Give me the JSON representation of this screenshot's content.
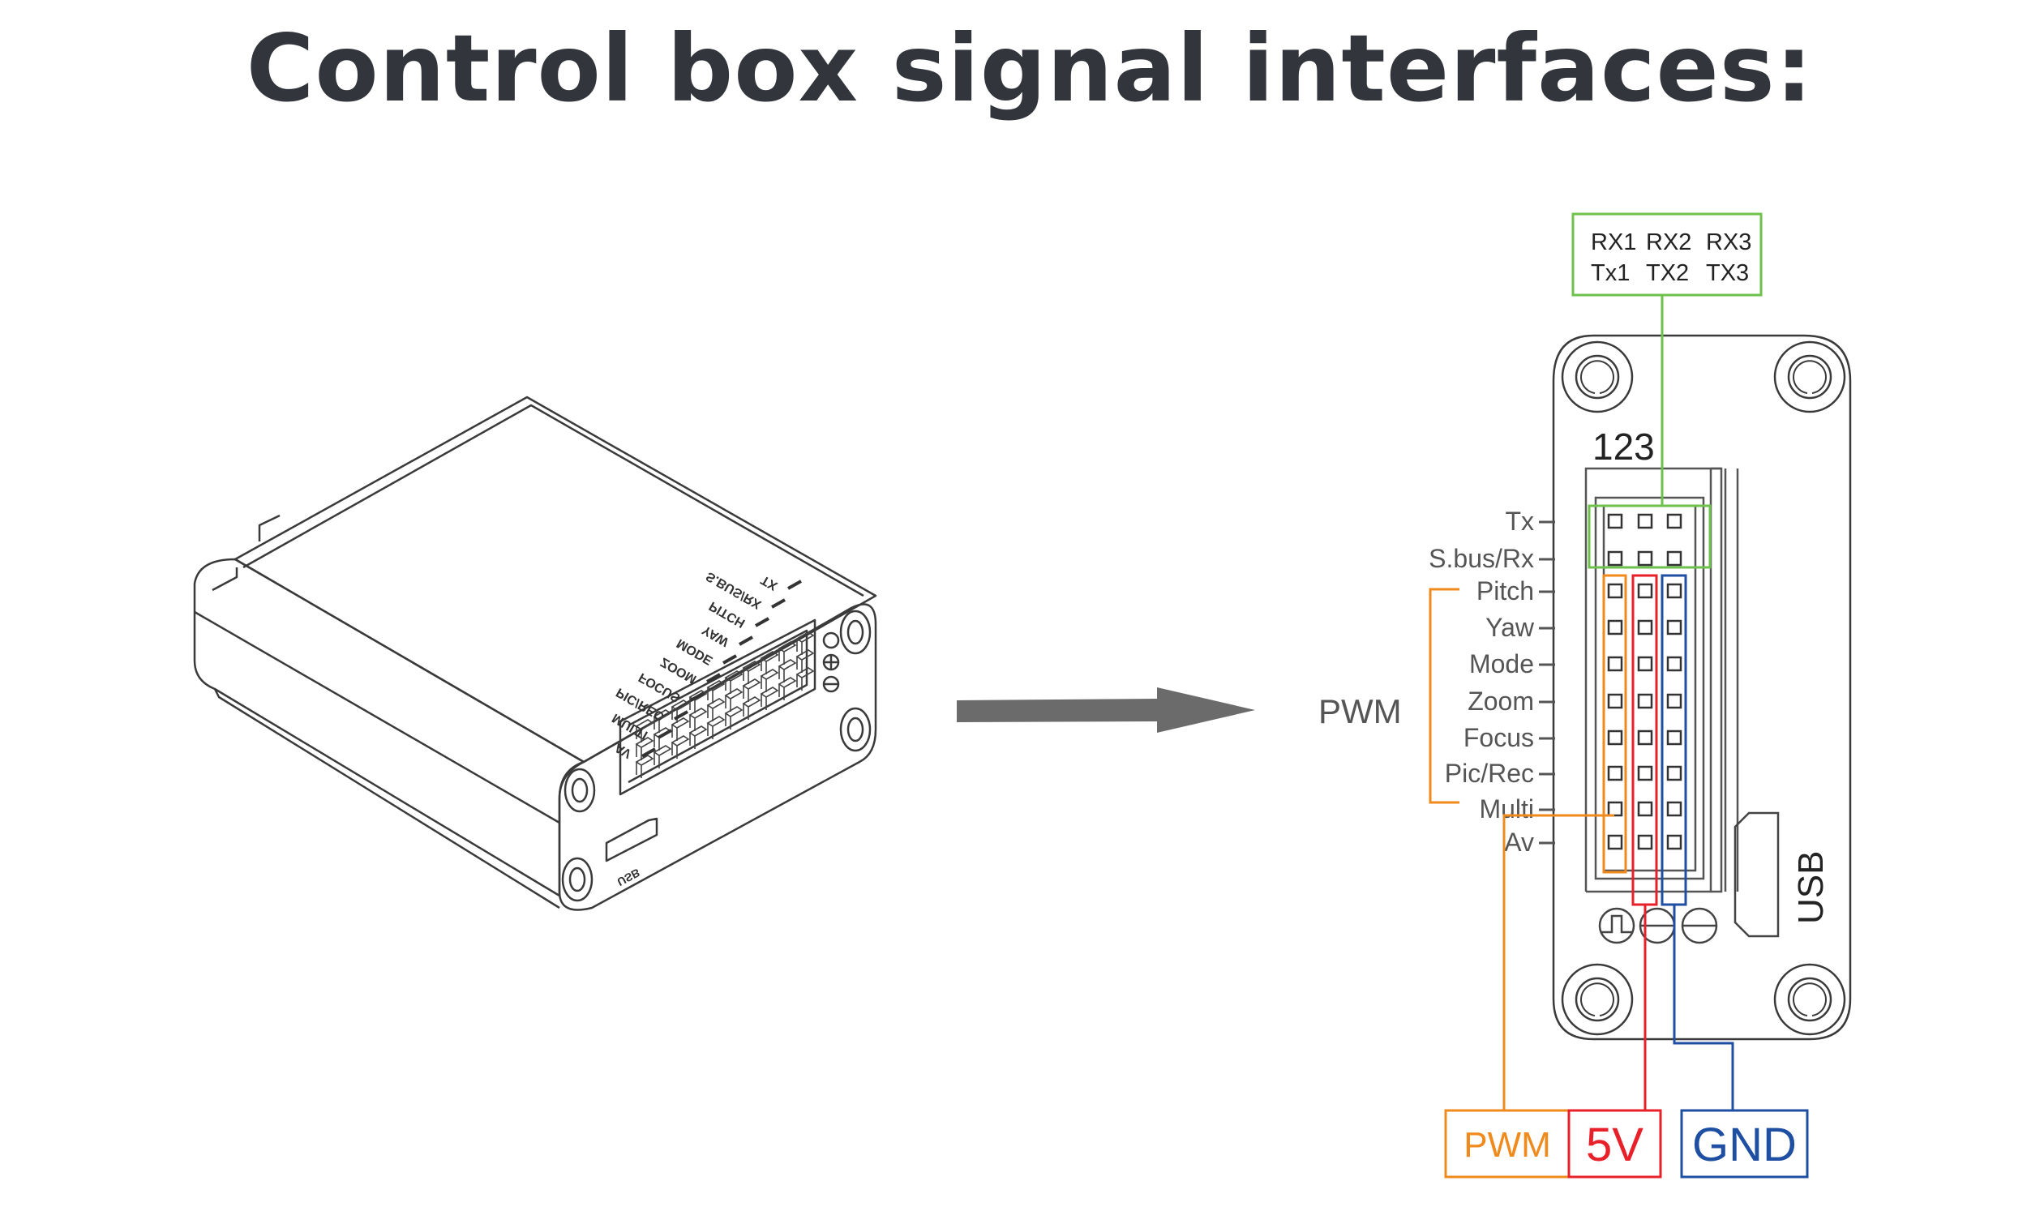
{
  "title": "Control box signal interfaces:",
  "colors": {
    "title": "#32353b",
    "outline": "#3a3a3a",
    "arrow": "#6b6b6b",
    "uart": "#6cc24a",
    "pwm": "#f08a1c",
    "power": "#e8202a",
    "ground": "#1e4fa3",
    "label_gray": "#555555"
  },
  "device_3d": {
    "silkscreen_labels": [
      "TX",
      "S.BUS/RX",
      "PITCH",
      "YAW",
      "MODE",
      "ZOOM",
      "FOCUS",
      "PIC/REC",
      "MULTI",
      "AV"
    ],
    "usb_label": "USB"
  },
  "arrow": {
    "icon": "right-arrow-icon"
  },
  "uart_box": {
    "row1": [
      "RX1",
      "RX2",
      "RX3"
    ],
    "row2": [
      "Tx1",
      "TX2",
      "TX3"
    ]
  },
  "board": {
    "column_numbers": "123",
    "usb_label": "USB",
    "pin_rows": [
      {
        "label": "Tx"
      },
      {
        "label": "S.bus/Rx"
      },
      {
        "label": "Pitch"
      },
      {
        "label": "Yaw"
      },
      {
        "label": "Mode"
      },
      {
        "label": "Zoom"
      },
      {
        "label": "Focus"
      },
      {
        "label": "Pic/Rec"
      },
      {
        "label": "Multi"
      },
      {
        "label": "Av"
      }
    ],
    "symbols": [
      "pwm-signal-icon",
      "plus-icon",
      "minus-icon"
    ],
    "pwm_group_label": "PWM"
  },
  "legend": [
    {
      "label": "PWM",
      "color": "#f08a1c"
    },
    {
      "label": "5V",
      "color": "#e8202a"
    },
    {
      "label": "GND",
      "color": "#1e4fa3"
    }
  ]
}
